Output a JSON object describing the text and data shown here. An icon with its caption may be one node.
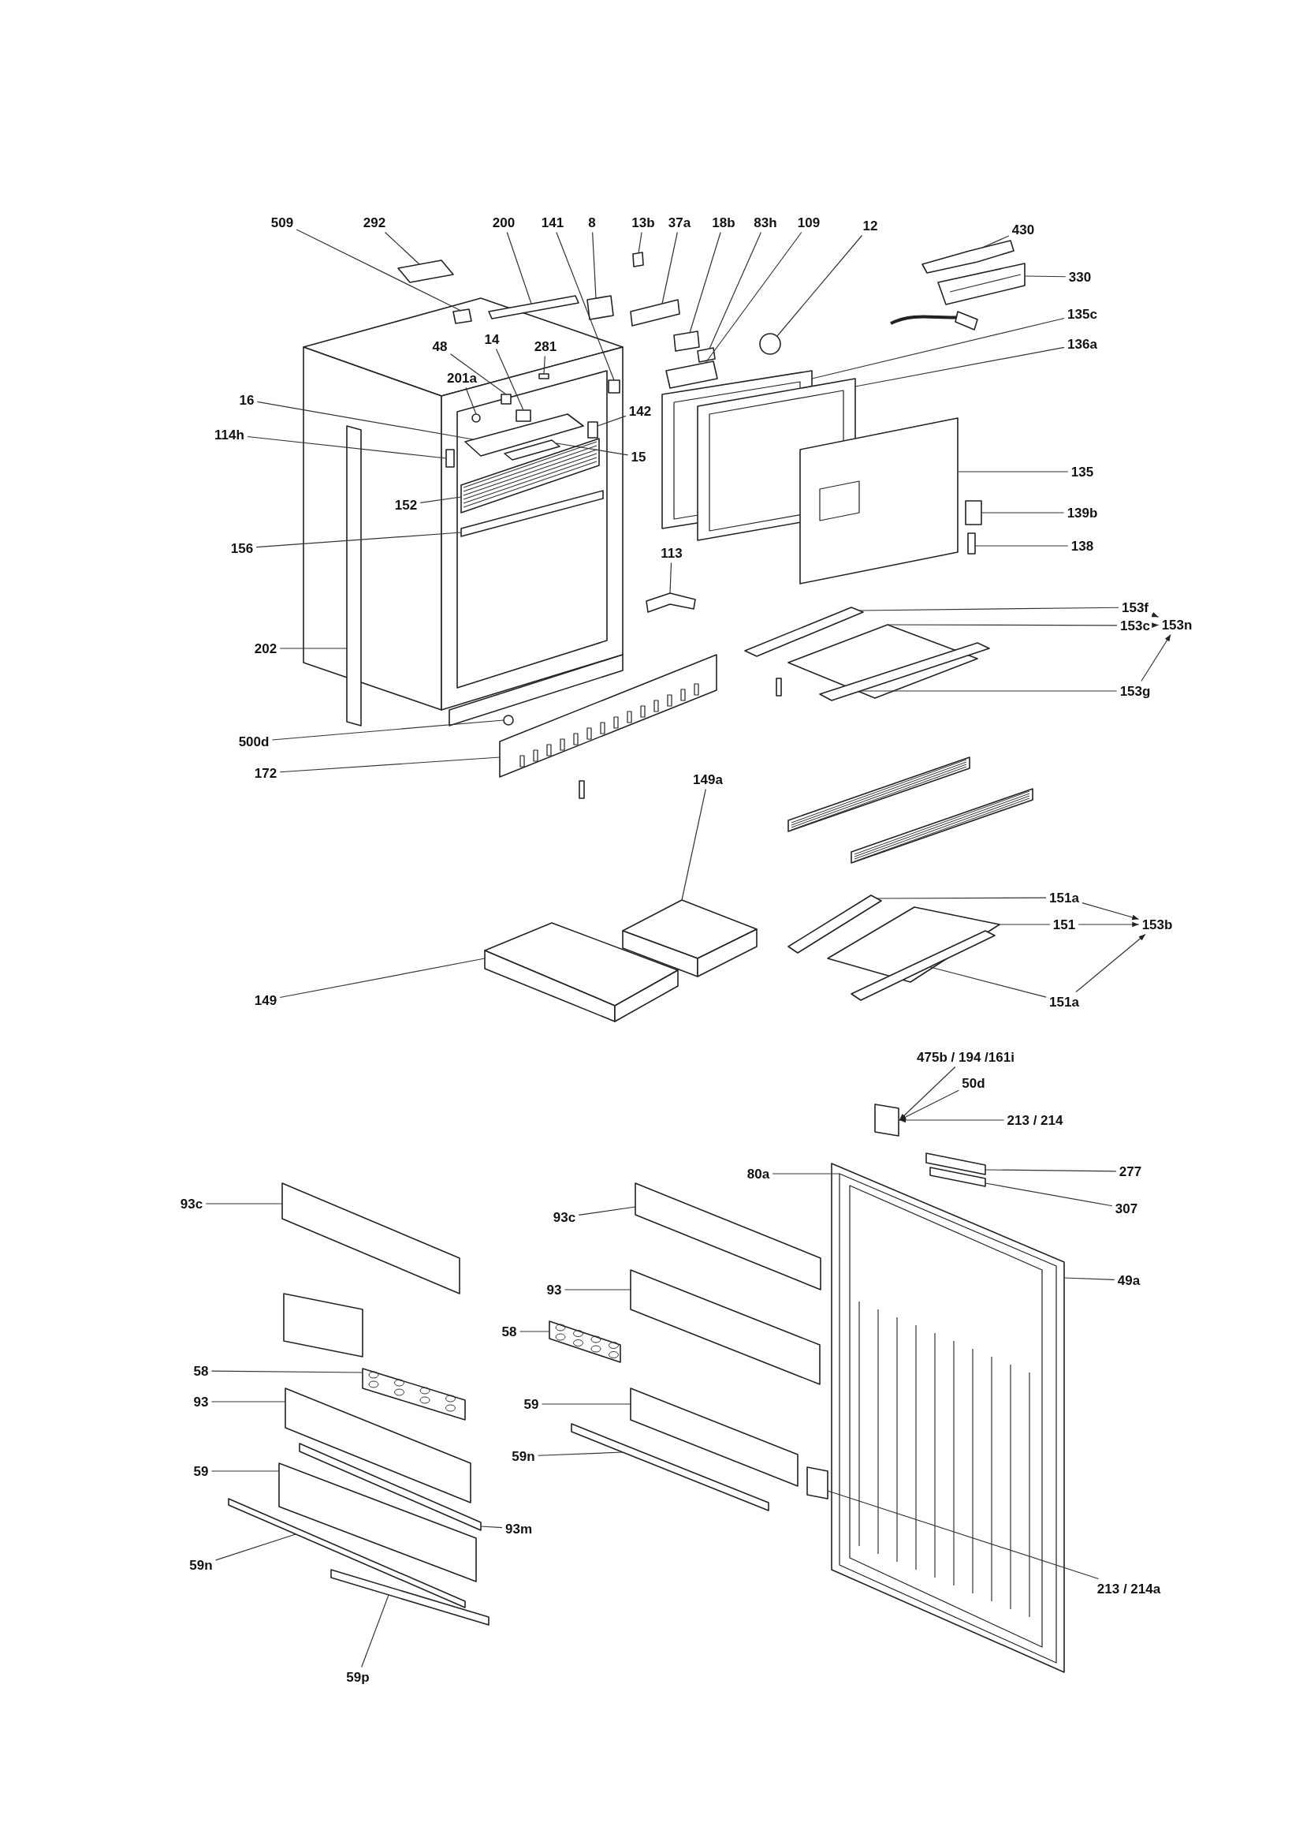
{
  "diagram": {
    "nodes": [
      {
        "text": [
          "509"
        ]
      },
      {
        "text": [
          "292"
        ]
      },
      {
        "text": [
          "200"
        ]
      },
      {
        "text": [
          "141"
        ]
      },
      {
        "text": [
          "8"
        ]
      },
      {
        "text": [
          "13b"
        ]
      },
      {
        "text": [
          "37a"
        ]
      },
      {
        "text": [
          "18b"
        ]
      },
      {
        "text": [
          "83h"
        ]
      },
      {
        "text": [
          "109"
        ]
      },
      {
        "text": [
          "12"
        ]
      },
      {
        "text": [
          "430"
        ]
      },
      {
        "text": [
          "330"
        ]
      },
      {
        "text": [
          "135c"
        ]
      },
      {
        "text": [
          "136a"
        ]
      },
      {
        "text": [
          "48"
        ]
      },
      {
        "text": [
          "14"
        ]
      },
      {
        "text": [
          "281"
        ]
      },
      {
        "text": [
          "201a"
        ]
      },
      {
        "text": [
          "16"
        ]
      },
      {
        "text": [
          "142"
        ]
      },
      {
        "text": [
          "114h"
        ]
      },
      {
        "text": [
          "15"
        ]
      },
      {
        "text": [
          "152"
        ]
      },
      {
        "text": [
          "135"
        ]
      },
      {
        "text": [
          "139b"
        ]
      },
      {
        "text": [
          "156"
        ]
      },
      {
        "text": [
          "138"
        ]
      },
      {
        "text": [
          "113"
        ]
      },
      {
        "text": [
          "153f"
        ]
      },
      {
        "text": [
          "153c"
        ]
      },
      {
        "text": [
          "153n"
        ]
      },
      {
        "text": [
          "202"
        ]
      },
      {
        "text": [
          "153g"
        ]
      },
      {
        "text": [
          "500d"
        ]
      },
      {
        "text": [
          "172"
        ]
      },
      {
        "text": [
          "149a"
        ]
      },
      {
        "text": [
          "151a"
        ]
      },
      {
        "text": [
          "151"
        ]
      },
      {
        "text": [
          "153b"
        ]
      },
      {
        "text": [
          "151a"
        ]
      },
      {
        "text": [
          "149"
        ]
      },
      {
        "text": [
          "475b / 194 /161i"
        ]
      },
      {
        "text": [
          "50d"
        ]
      },
      {
        "text": [
          "213 / 214"
        ]
      },
      {
        "text": [
          "80a"
        ]
      },
      {
        "text": [
          "277"
        ]
      },
      {
        "text": [
          "307"
        ]
      },
      {
        "text": [
          "93c"
        ]
      },
      {
        "text": [
          "93c"
        ]
      },
      {
        "text": [
          "49a"
        ]
      },
      {
        "text": [
          "93"
        ]
      },
      {
        "text": [
          "58"
        ]
      },
      {
        "text": [
          "58"
        ]
      },
      {
        "text": [
          "93"
        ]
      },
      {
        "text": [
          "59"
        ]
      },
      {
        "text": [
          "59n"
        ]
      },
      {
        "text": [
          "59"
        ]
      },
      {
        "text": [
          "93m"
        ]
      },
      {
        "text": [
          "59n"
        ]
      },
      {
        "text": [
          "213 / 214a"
        ]
      },
      {
        "text": [
          "59p"
        ]
      },
      {
        "text": [],
        "shape": "box"
      },
      {
        "text": [],
        "shape": "box"
      },
      {
        "text": [],
        "shape": "bar"
      },
      {
        "text": [],
        "shape": "box"
      },
      {
        "text": [],
        "shape": "box"
      },
      {
        "text": [],
        "shape": "box"
      },
      {
        "text": [],
        "shape": "box"
      },
      {
        "text": [],
        "shape": "box"
      },
      {
        "text": [],
        "shape": "box"
      },
      {
        "text": [],
        "shape": "box"
      },
      {
        "text": [],
        "shape": "circle"
      },
      {
        "text": [],
        "shape": "box"
      },
      {
        "text": [],
        "shape": "picture"
      },
      {
        "text": [],
        "shape": "picture"
      },
      {
        "text": [],
        "shape": "picture"
      },
      {
        "text": [],
        "shape": "box"
      },
      {
        "text": [],
        "shape": "box"
      },
      {
        "text": [],
        "shape": "box"
      },
      {
        "text": [],
        "shape": "circle"
      },
      {
        "text": [],
        "shape": "box"
      },
      {
        "text": [],
        "shape": "box"
      },
      {
        "text": [],
        "shape": "box"
      },
      {
        "text": [],
        "shape": "box"
      },
      {
        "text": [],
        "shape": "picture"
      },
      {
        "text": [],
        "shape": "picture"
      },
      {
        "text": [],
        "shape": "box"
      },
      {
        "text": [],
        "shape": "bar"
      },
      {
        "text": [],
        "shape": "box"
      },
      {
        "text": [],
        "shape": "box"
      },
      {
        "text": [],
        "shape": "bar"
      },
      {
        "text": [],
        "shape": "diamond"
      },
      {
        "text": [],
        "shape": "bar"
      },
      {
        "text": [],
        "shape": "bar"
      },
      {
        "text": [],
        "shape": "circle"
      },
      {
        "text": [],
        "shape": "picture"
      },
      {
        "text": [],
        "shape": "picture"
      },
      {
        "text": [],
        "shape": "bar"
      },
      {
        "text": [],
        "shape": "box"
      },
      {
        "text": [],
        "shape": "bar"
      },
      {
        "text": [],
        "shape": "picture"
      },
      {
        "text": [],
        "shape": "box"
      },
      {
        "text": [],
        "shape": "box"
      },
      {
        "text": [],
        "shape": "bar"
      },
      {
        "text": [],
        "shape": "bar"
      },
      {
        "text": [],
        "shape": "box"
      },
      {
        "text": [],
        "shape": "box"
      },
      {
        "text": [],
        "shape": "picture"
      },
      {
        "text": [],
        "shape": "box"
      },
      {
        "text": [],
        "shape": "picture"
      },
      {
        "text": [],
        "shape": "picture"
      },
      {
        "text": [],
        "shape": "box"
      },
      {
        "text": [],
        "shape": "box"
      },
      {
        "text": [],
        "shape": "bar"
      },
      {
        "text": [],
        "shape": "box"
      },
      {
        "text": [],
        "shape": "bar"
      },
      {
        "text": [],
        "shape": "bar"
      },
      {
        "text": [],
        "shape": "box"
      },
      {
        "text": [],
        "shape": "bar"
      }
    ],
    "edges": [
      {
        "from": 0,
        "to": 62,
        "arrow": "none"
      },
      {
        "from": 1,
        "to": 63,
        "arrow": "none"
      },
      {
        "from": 2,
        "to": 64,
        "arrow": "none"
      },
      {
        "from": 3,
        "to": 65,
        "arrow": "none"
      },
      {
        "from": 4,
        "to": 66,
        "arrow": "none"
      },
      {
        "from": 5,
        "to": 67,
        "arrow": "none"
      },
      {
        "from": 6,
        "to": 68,
        "arrow": "none"
      },
      {
        "from": 7,
        "to": 69,
        "arrow": "none"
      },
      {
        "from": 8,
        "to": 70,
        "arrow": "none"
      },
      {
        "from": 9,
        "to": 71,
        "arrow": "none"
      },
      {
        "from": 10,
        "to": 72,
        "arrow": "none"
      },
      {
        "from": 11,
        "to": 73,
        "arrow": "none"
      },
      {
        "from": 12,
        "to": 74,
        "arrow": "none"
      },
      {
        "from": 13,
        "to": 75,
        "arrow": "none"
      },
      {
        "from": 14,
        "to": 76,
        "arrow": "none"
      },
      {
        "from": 15,
        "to": 77,
        "arrow": "none"
      },
      {
        "from": 16,
        "to": 78,
        "arrow": "none"
      },
      {
        "from": 17,
        "to": 79,
        "arrow": "none"
      },
      {
        "from": 18,
        "to": 80,
        "arrow": "none"
      },
      {
        "from": 19,
        "to": 81,
        "arrow": "none"
      },
      {
        "from": 20,
        "to": 82,
        "arrow": "none"
      },
      {
        "from": 21,
        "to": 83,
        "arrow": "none"
      },
      {
        "from": 22,
        "to": 84,
        "arrow": "none"
      },
      {
        "from": 23,
        "to": 85,
        "arrow": "none"
      },
      {
        "from": 24,
        "to": 86,
        "arrow": "none"
      },
      {
        "from": 25,
        "to": 87,
        "arrow": "none"
      },
      {
        "from": 26,
        "to": 88,
        "arrow": "none"
      },
      {
        "from": 27,
        "to": 89,
        "arrow": "none"
      },
      {
        "from": 28,
        "to": 90,
        "arrow": "none"
      },
      {
        "from": 29,
        "to": 91,
        "arrow": "none"
      },
      {
        "from": 30,
        "to": 92,
        "arrow": "none"
      },
      {
        "from": 32,
        "to": 93,
        "arrow": "none"
      },
      {
        "from": 33,
        "to": 94,
        "arrow": "none"
      },
      {
        "from": 34,
        "to": 95,
        "arrow": "none"
      },
      {
        "from": 35,
        "to": 96,
        "arrow": "none"
      },
      {
        "from": 36,
        "to": 97,
        "arrow": "none"
      },
      {
        "from": 37,
        "to": 98,
        "arrow": "none"
      },
      {
        "from": 38,
        "to": 99,
        "arrow": "none"
      },
      {
        "from": 40,
        "to": 100,
        "arrow": "none"
      },
      {
        "from": 41,
        "to": 101,
        "arrow": "none"
      },
      {
        "from": 42,
        "to": 102,
        "arrow": "to"
      },
      {
        "from": 43,
        "to": 102,
        "arrow": "to"
      },
      {
        "from": 44,
        "to": 102,
        "arrow": "to"
      },
      {
        "from": 45,
        "to": 103,
        "arrow": "none"
      },
      {
        "from": 46,
        "to": 104,
        "arrow": "none"
      },
      {
        "from": 47,
        "to": 105,
        "arrow": "none"
      },
      {
        "from": 48,
        "to": 106,
        "arrow": "none"
      },
      {
        "from": 49,
        "to": 107,
        "arrow": "none"
      },
      {
        "from": 50,
        "to": 108,
        "arrow": "none"
      },
      {
        "from": 51,
        "to": 109,
        "arrow": "none"
      },
      {
        "from": 52,
        "to": 110,
        "arrow": "none"
      },
      {
        "from": 53,
        "to": 111,
        "arrow": "none"
      },
      {
        "from": 54,
        "to": 112,
        "arrow": "none"
      },
      {
        "from": 55,
        "to": 113,
        "arrow": "none"
      },
      {
        "from": 56,
        "to": 114,
        "arrow": "none"
      },
      {
        "from": 57,
        "to": 115,
        "arrow": "none"
      },
      {
        "from": 58,
        "to": 116,
        "arrow": "none"
      },
      {
        "from": 59,
        "to": 117,
        "arrow": "none"
      },
      {
        "from": 60,
        "to": 118,
        "arrow": "none"
      },
      {
        "from": 61,
        "to": 119,
        "arrow": "none"
      },
      {
        "from": 29,
        "to": 31,
        "arrow": "to"
      },
      {
        "from": 30,
        "to": 31,
        "arrow": "to"
      },
      {
        "from": 33,
        "to": 31,
        "arrow": "to"
      },
      {
        "from": 37,
        "to": 39,
        "arrow": "to"
      },
      {
        "from": 38,
        "to": 39,
        "arrow": "to"
      },
      {
        "from": 40,
        "to": 39,
        "arrow": "to"
      }
    ]
  }
}
